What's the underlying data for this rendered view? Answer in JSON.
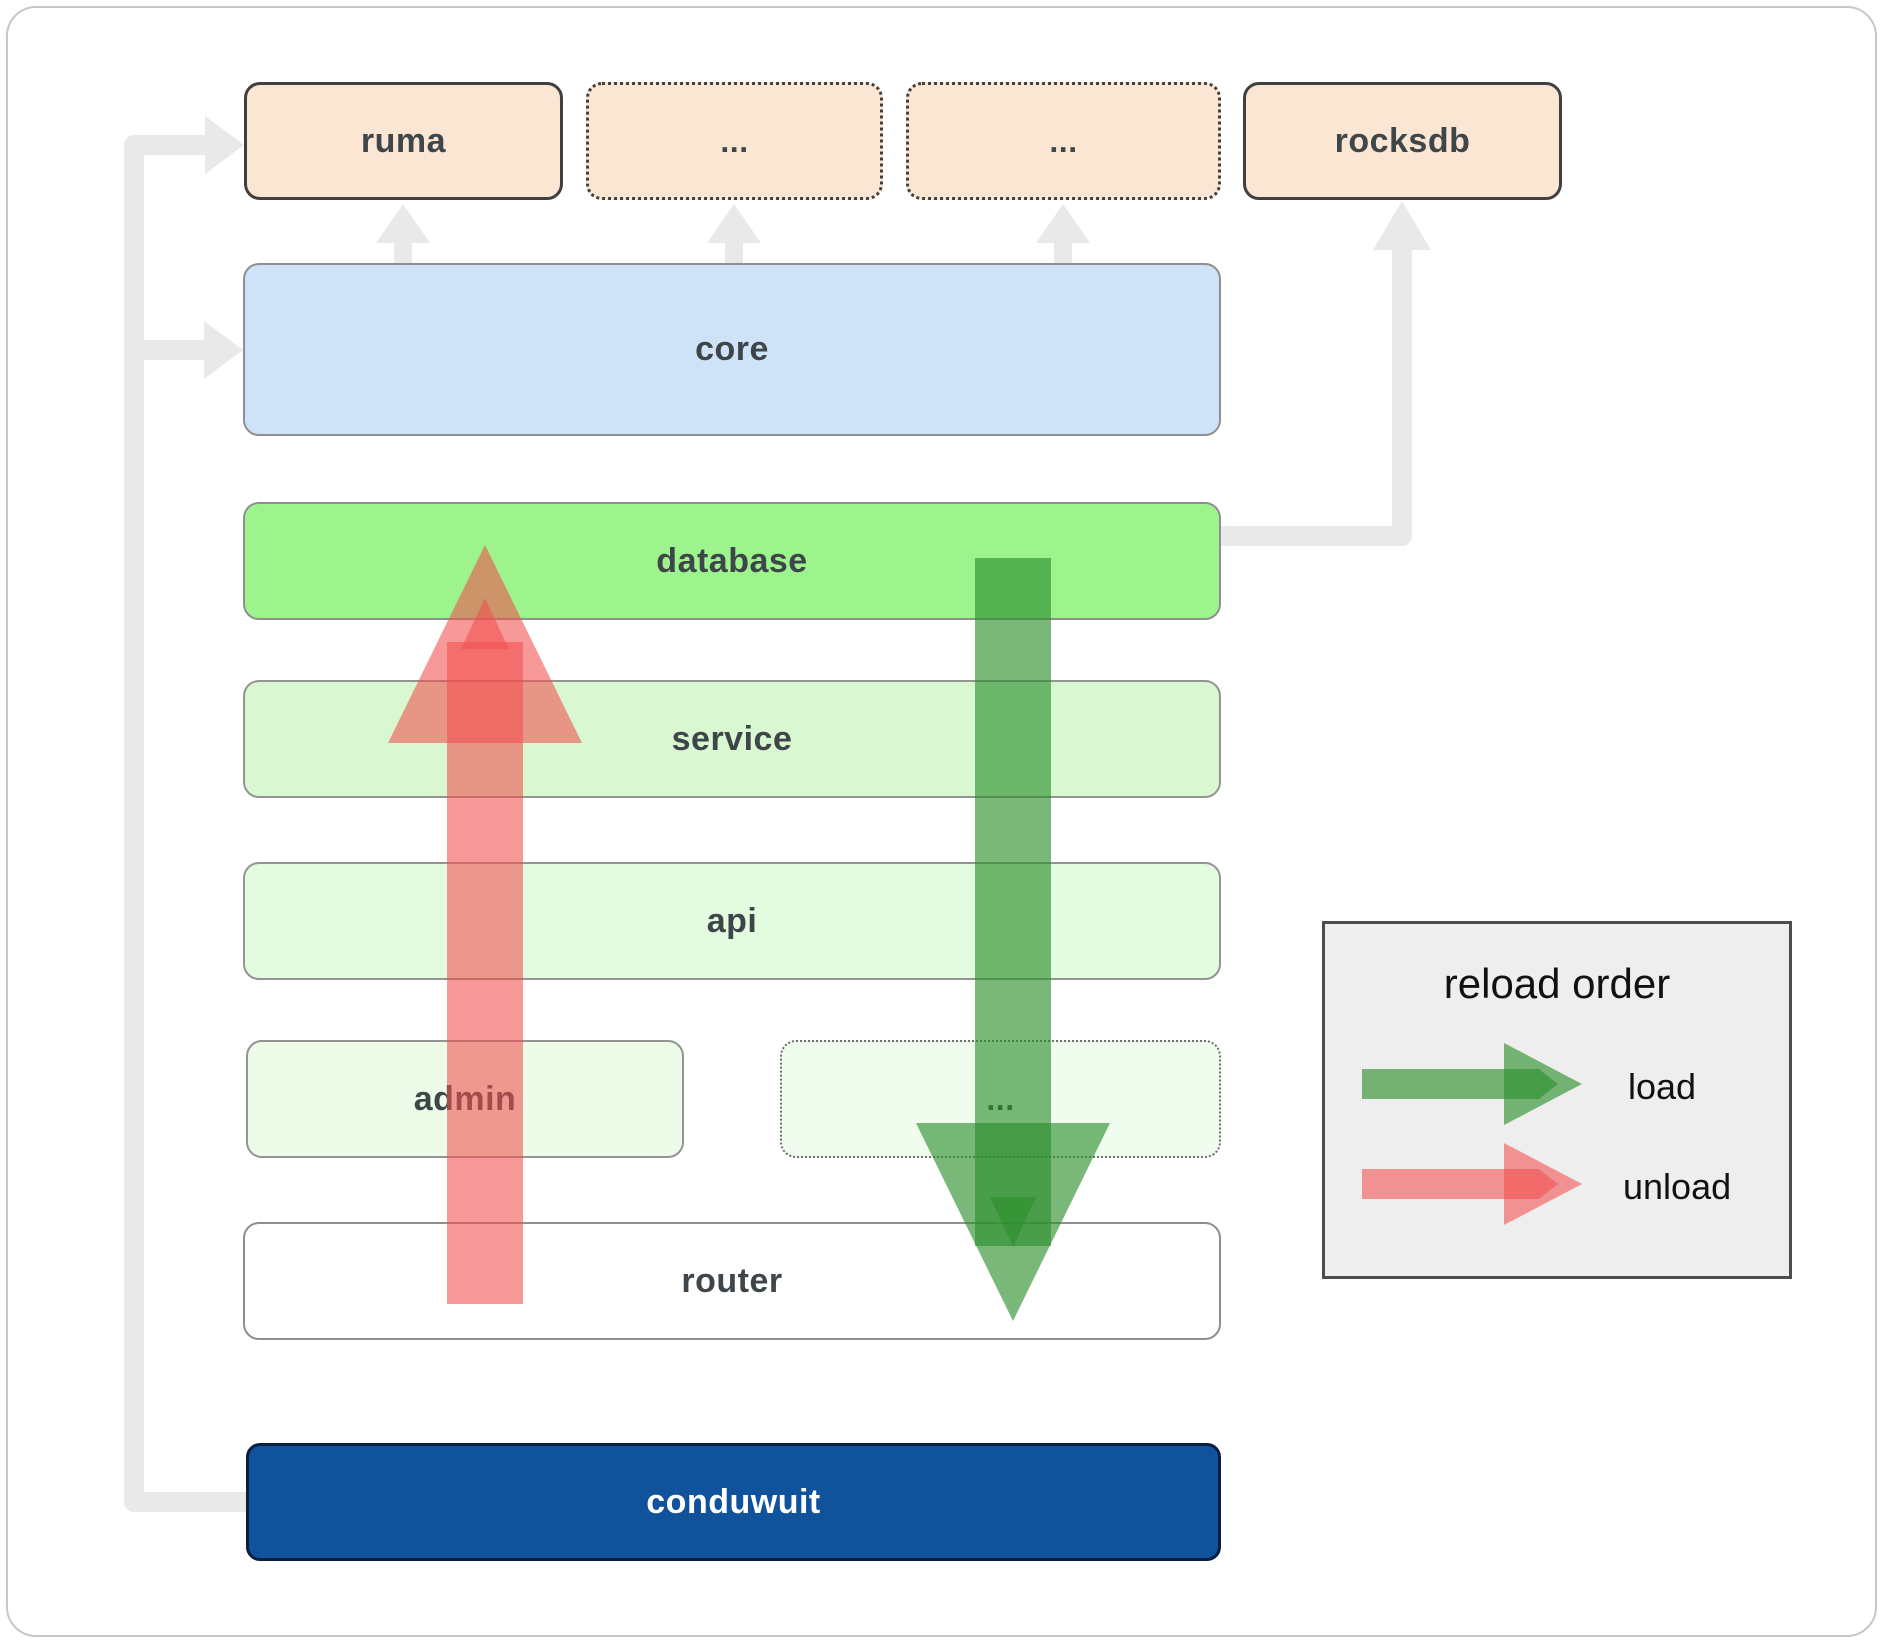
{
  "diagram": {
    "title": "conduwuit module architecture / reload order",
    "nodes": {
      "ruma": {
        "label": "ruma"
      },
      "ellipsis_top_1": {
        "label": "..."
      },
      "ellipsis_top_2": {
        "label": "..."
      },
      "rocksdb": {
        "label": "rocksdb"
      },
      "core": {
        "label": "core"
      },
      "database": {
        "label": "database"
      },
      "service": {
        "label": "service"
      },
      "api": {
        "label": "api"
      },
      "admin": {
        "label": "admin"
      },
      "ellipsis_bottom": {
        "label": "..."
      },
      "router": {
        "label": "router"
      },
      "conduwuit": {
        "label": "conduwuit"
      }
    },
    "edges": [
      {
        "from": "conduwuit",
        "to": "ruma",
        "type": "dependency"
      },
      {
        "from": "conduwuit",
        "to": "core",
        "type": "dependency"
      },
      {
        "from": "core",
        "to": "ruma",
        "type": "dependency"
      },
      {
        "from": "core",
        "to": "ellipsis_top_1",
        "type": "dependency"
      },
      {
        "from": "core",
        "to": "ellipsis_top_2",
        "type": "dependency"
      },
      {
        "from": "database",
        "to": "rocksdb",
        "type": "dependency"
      },
      {
        "from": "database",
        "to": "router",
        "type": "load"
      },
      {
        "from": "router",
        "to": "database",
        "type": "unload"
      }
    ],
    "legend": {
      "title": "reload order",
      "items": [
        {
          "label": "load",
          "color": "#2c8e2c"
        },
        {
          "label": "unload",
          "color": "#f25050"
        }
      ]
    },
    "colors": {
      "external_box_fill": "#fbe5d3",
      "external_box_border": "#404040",
      "core_fill": "#cfe3f8",
      "database_fill": "#9df48d",
      "service_fill": "#d9f8d2",
      "api_fill": "#e3fbdf",
      "admin_fill": "#ecfce9",
      "router_fill": "#ffffff",
      "conduwuit_fill": "#11529d",
      "conduwuit_text": "#ffffff",
      "dependency_arrow": "#e9e9e9",
      "load_arrow": "rgba(44,142,44,0.63)",
      "unload_arrow": "rgba(242,80,80,0.58)",
      "label_text": "#3e4649",
      "legend_bg": "#eeeeee"
    }
  }
}
